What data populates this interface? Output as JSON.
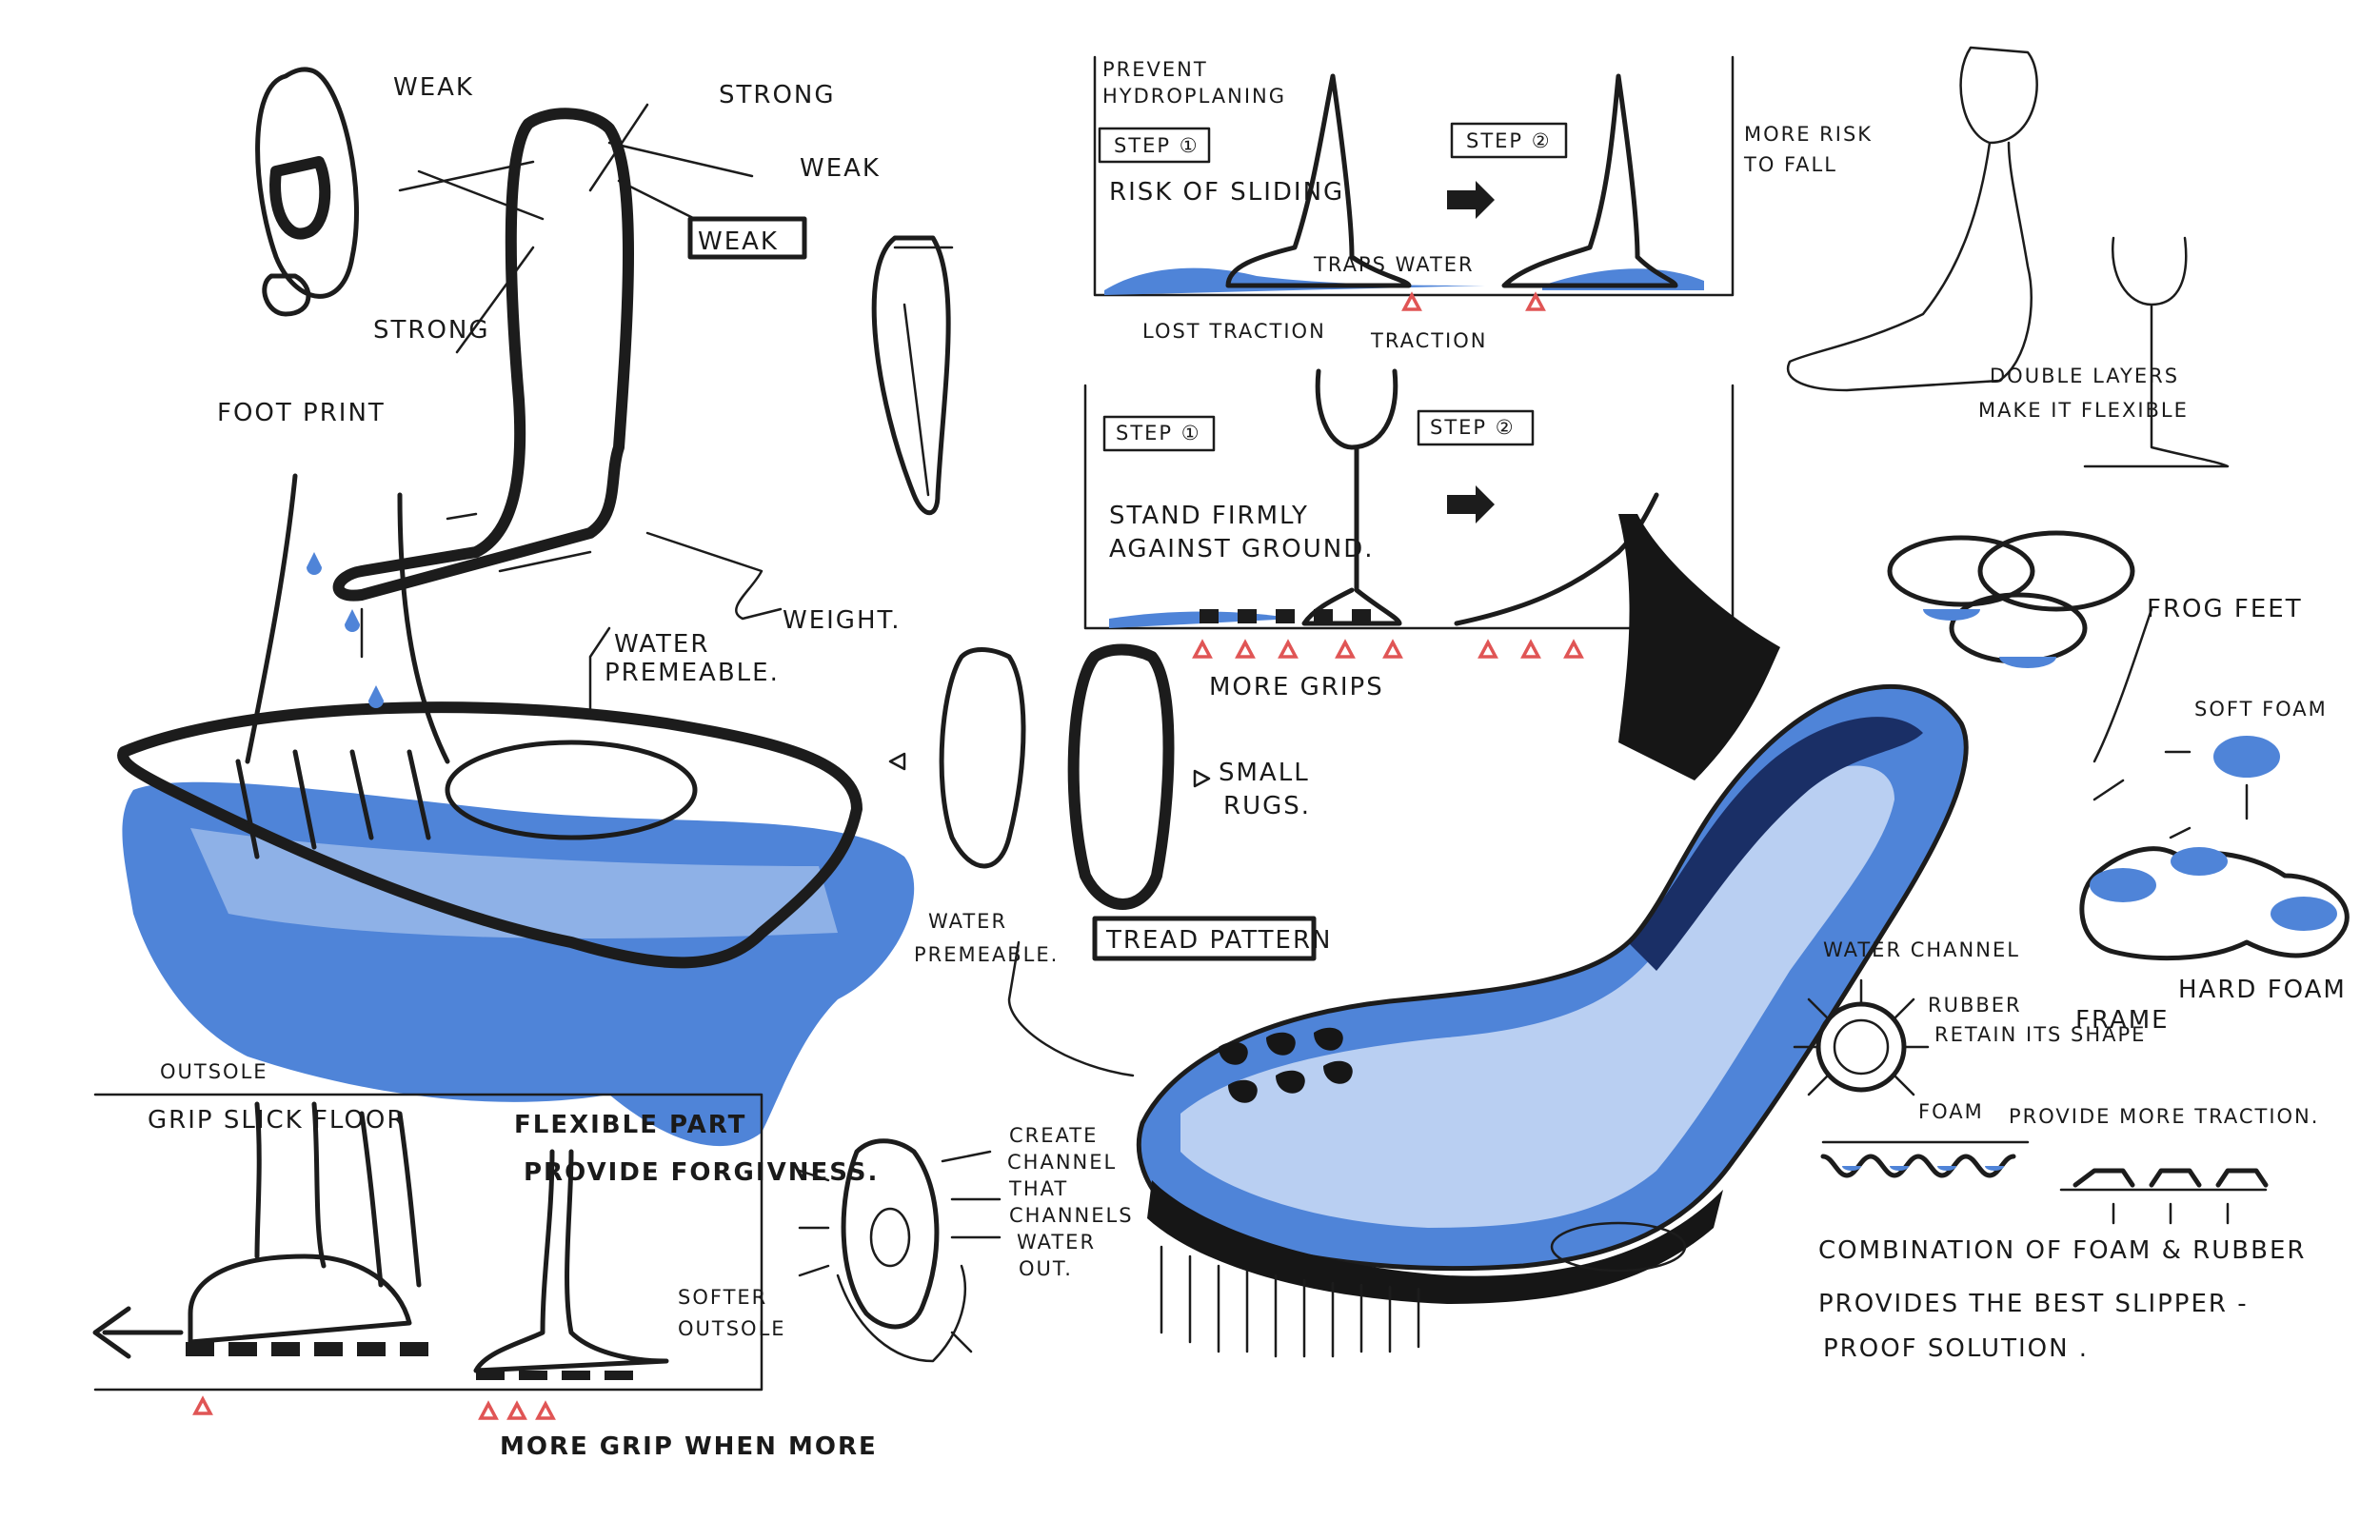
{
  "labels": {
    "weak_1": "WEAK",
    "strong_1": "STRONG",
    "weak_2": "WEAK",
    "weak_box": "WEAK",
    "strong_2": "STRONG",
    "foot_print": "FOOT PRINT",
    "weight": "WEIGHT.",
    "water_permeable_1a": "WATER",
    "water_permeable_1b": "PREMEABLE.",
    "prevent_a": "PREVENT",
    "prevent_b": "HYDROPLANING",
    "step1": "STEP ①",
    "risk_of_sliding": "RISK OF SLIDING",
    "step2": "STEP ②",
    "more_risk_a": "MORE RISK",
    "more_risk_b": "TO FALL",
    "traps_water": "TRAPS WATER",
    "lost_traction": "LOST TRACTION",
    "traction": "TRACTION",
    "step1b": "STEP ①",
    "step2b": "STEP ②",
    "stand_firmly_a": "STAND FIRMLY",
    "stand_firmly_b": "AGAINST GROUND.",
    "more_grips": "MORE GRIPS",
    "double_layers_a": "DOUBLE LAYERS",
    "double_layers_b": "MAKE IT FLEXIBLE",
    "frog_feet": "FROG FEET",
    "soft_foam": "SOFT FOAM",
    "hard_foam": "HARD FOAM",
    "small_rugs_a": "SMALL",
    "small_rugs_b": "RUGS.",
    "tread_pattern": "TREAD PATTERN",
    "water_permeable_2a": "WATER",
    "water_permeable_2b": "PREMEABLE.",
    "out_sole": "OUTSOLE",
    "grip_slick_floor": "GRIP SLICK FLOOR",
    "flexible_part": "FLEXIBLE PART",
    "provide_forgiveness": "PROVIDE FORGIVNESS.",
    "softer_out_sole_a": "SOFTER",
    "softer_out_sole_b": "OUTSOLE",
    "more_grip_when_more": "MORE GRIP WHEN MORE",
    "create_channel_a": "CREATE",
    "create_channel_b": "CHANNEL",
    "create_channel_c": "THAT",
    "create_channel_d": "CHANNELS",
    "create_channel_e": "WATER",
    "create_channel_f": "OUT.",
    "water_channel": "WATER CHANNEL",
    "rubber": "RUBBER",
    "frame": "FRAME",
    "retain_shape": "RETAIN ITS SHAPE",
    "foam": "FOAM",
    "provide_traction": "PROVIDE MORE TRACTION.",
    "combo_a": "COMBINATION OF FOAM & RUBBER",
    "combo_b": "PROVIDES THE BEST SLIPPER -",
    "combo_c": "PROOF SOLUTION ."
  },
  "colors": {
    "ink": "#1c1c1c",
    "marker_blue": "#4f84d8",
    "light_blue": "#b9cff2",
    "grip_triangle": "#e05555"
  }
}
